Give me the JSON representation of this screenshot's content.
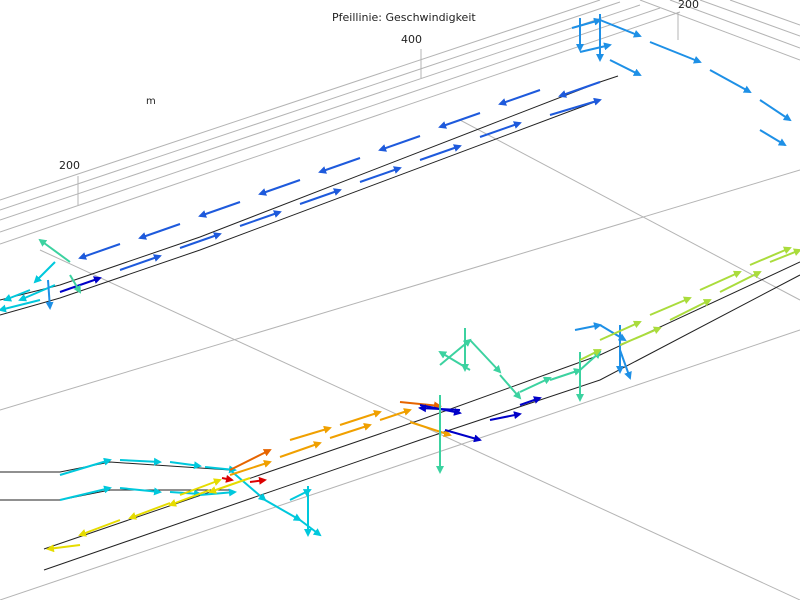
{
  "plot": {
    "title": "Pfeillinie: Geschwindigkeit",
    "unit": "m",
    "ticks": {
      "t400": "400",
      "t200_left": "200",
      "t200_right": "200"
    }
  },
  "colors": {
    "grid": "#b4b4b4",
    "path": "#222222",
    "speed_scale": [
      "#0000c8",
      "#1e5adc",
      "#1e90e6",
      "#00c8dc",
      "#3cd2a0",
      "#aadc3c",
      "#e6dc00",
      "#f0a000",
      "#e66400",
      "#dc0000"
    ]
  }
}
